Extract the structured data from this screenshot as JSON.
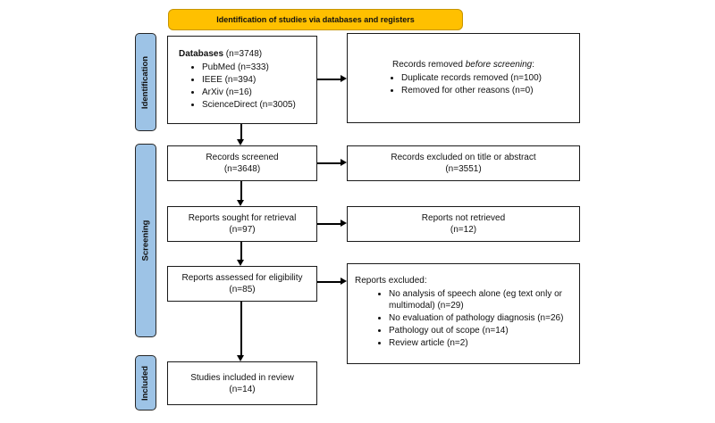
{
  "banner": {
    "label": "Identification of studies via databases and registers"
  },
  "colors": {
    "banner_fill": "#FFC000",
    "stage_fill": "#9DC3E6",
    "box_border": "#1a1a1a",
    "arrow": "#000000"
  },
  "stages": {
    "identification": "Identification",
    "screening": "Screening",
    "included": "Included"
  },
  "boxes": {
    "databases": {
      "title_bold": "Databases",
      "title_rest": " (n=3748)",
      "items": [
        "PubMed (n=333)",
        "IEEE (n=394)",
        "ArXiv (n=16)",
        "ScienceDirect (n=3005)"
      ]
    },
    "records_removed": {
      "title_prefix": "Records removed ",
      "title_italic": "before screening",
      "title_suffix": ":",
      "items": [
        "Duplicate records removed (n=100)",
        "Removed for other reasons (n=0)"
      ]
    },
    "records_screened": {
      "line1": "Records screened",
      "line2": "(n=3648)"
    },
    "records_excluded": {
      "line1": "Records excluded on title or abstract",
      "line2": "(n=3551)"
    },
    "reports_sought": {
      "line1": "Reports sought for retrieval",
      "line2": "(n=97)"
    },
    "reports_not_retrieved": {
      "line1": "Reports not retrieved",
      "line2": "(n=12)"
    },
    "reports_assessed": {
      "line1": "Reports assessed for eligibility",
      "line2": "(n=85)"
    },
    "reports_excluded": {
      "title": "Reports excluded:",
      "items": [
        "No analysis of speech alone (eg text only or multimodal) (n=29)",
        "No evaluation of pathology diagnosis (n=26)",
        "Pathology out of scope (n=14)",
        "Review article (n=2)"
      ]
    },
    "studies_included": {
      "line1": "Studies included in review",
      "line2": "(n=14)"
    }
  }
}
